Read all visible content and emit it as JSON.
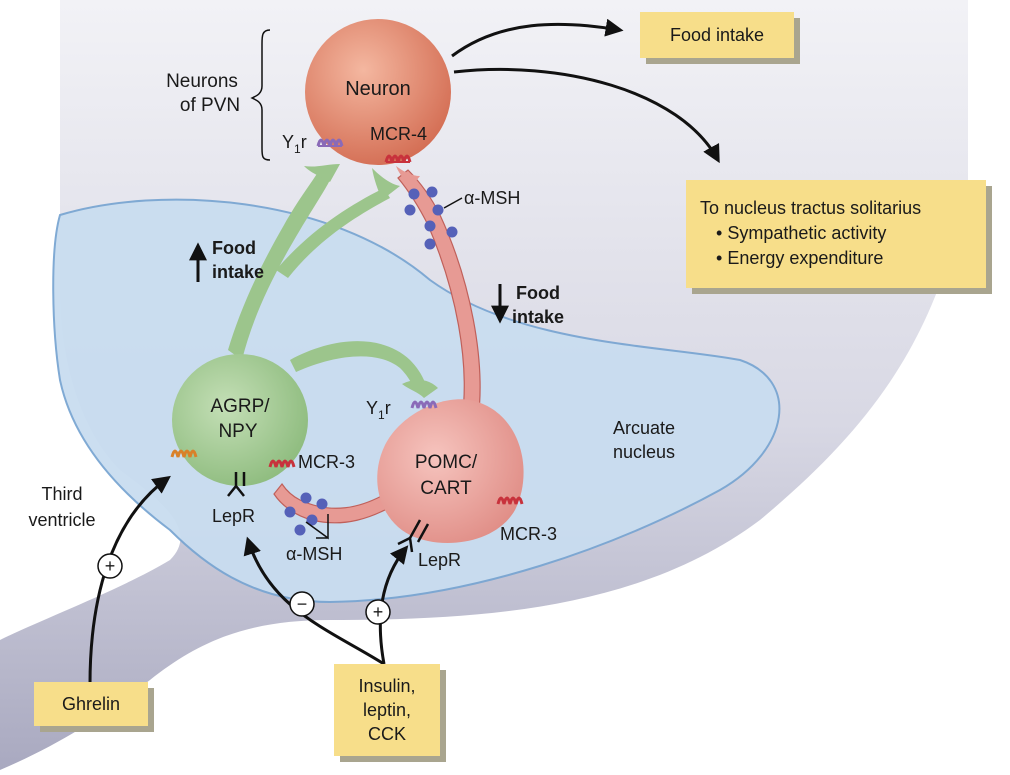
{
  "labels": {
    "neurons_of_pvn_line1": "Neurons",
    "neurons_of_pvn_line2": "of PVN",
    "neuron": "Neuron",
    "y1r_top": "Y",
    "y1r_top_sub": "1",
    "y1r_top_r": "r",
    "mcr4": "MCR-4",
    "alpha_msh_top": "α-MSH",
    "food_intake_up_line1": "Food",
    "food_intake_up_line2": "intake",
    "food_intake_down_line1": "Food",
    "food_intake_down_line2": "intake",
    "agrp_line1": "AGRP/",
    "agrp_line2": "NPY",
    "pomc_line1": "POMC/",
    "pomc_line2": "CART",
    "y1r_mid": "Y",
    "y1r_mid_sub": "1",
    "y1r_mid_r": "r",
    "mcr3_left": "MCR-3",
    "mcr3_right": "MCR-3",
    "arcuate_line1": "Arcuate",
    "arcuate_line2": "nucleus",
    "third_ventricle_line1": "Third",
    "third_ventricle_line2": "ventricle",
    "lepr_left": "LepR",
    "lepr_right": "LepR",
    "alpha_msh_bottom": "α-MSH",
    "plus_sign": "+",
    "minus_sign": "−"
  },
  "boxes": {
    "food_intake": "Food intake",
    "nts_title": "To nucleus tractus solitarius",
    "nts_bullet1": "Sympathetic activity",
    "nts_bullet2": "Energy expenditure",
    "ghrelin": "Ghrelin",
    "insulin_line1": "Insulin,",
    "insulin_line2": "leptin,",
    "insulin_line3": "CCK"
  },
  "colors": {
    "pvn_neuron": "#d9785f",
    "agrp_neuron": "#9cc58c",
    "pomc_neuron": "#e79a94",
    "arcuate_nucleus": "#c9ddf0",
    "brain_region": "#c7c7d9",
    "label_box": "#f7de8a",
    "alpha_msh_dot": "#5561b8",
    "mcr_receptor": "#c8323c",
    "y1_receptor": "#8a6ab8",
    "ghrelin_receptor": "#d9812a"
  }
}
